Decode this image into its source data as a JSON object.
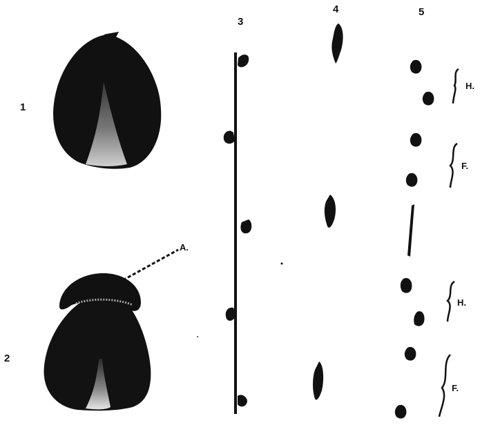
{
  "figure_labels": {
    "fig1": "1",
    "fig2": "2",
    "fig3": "3",
    "fig4": "4",
    "fig5": "5"
  },
  "annotations": {
    "pointer_label": "A.",
    "bracket_1": "H.",
    "bracket_2": "F.",
    "bracket_3": "H.",
    "bracket_4": "F."
  },
  "colors": {
    "ink": "#111111",
    "highlight": "#d8d8d8",
    "paper": "#ffffff"
  }
}
